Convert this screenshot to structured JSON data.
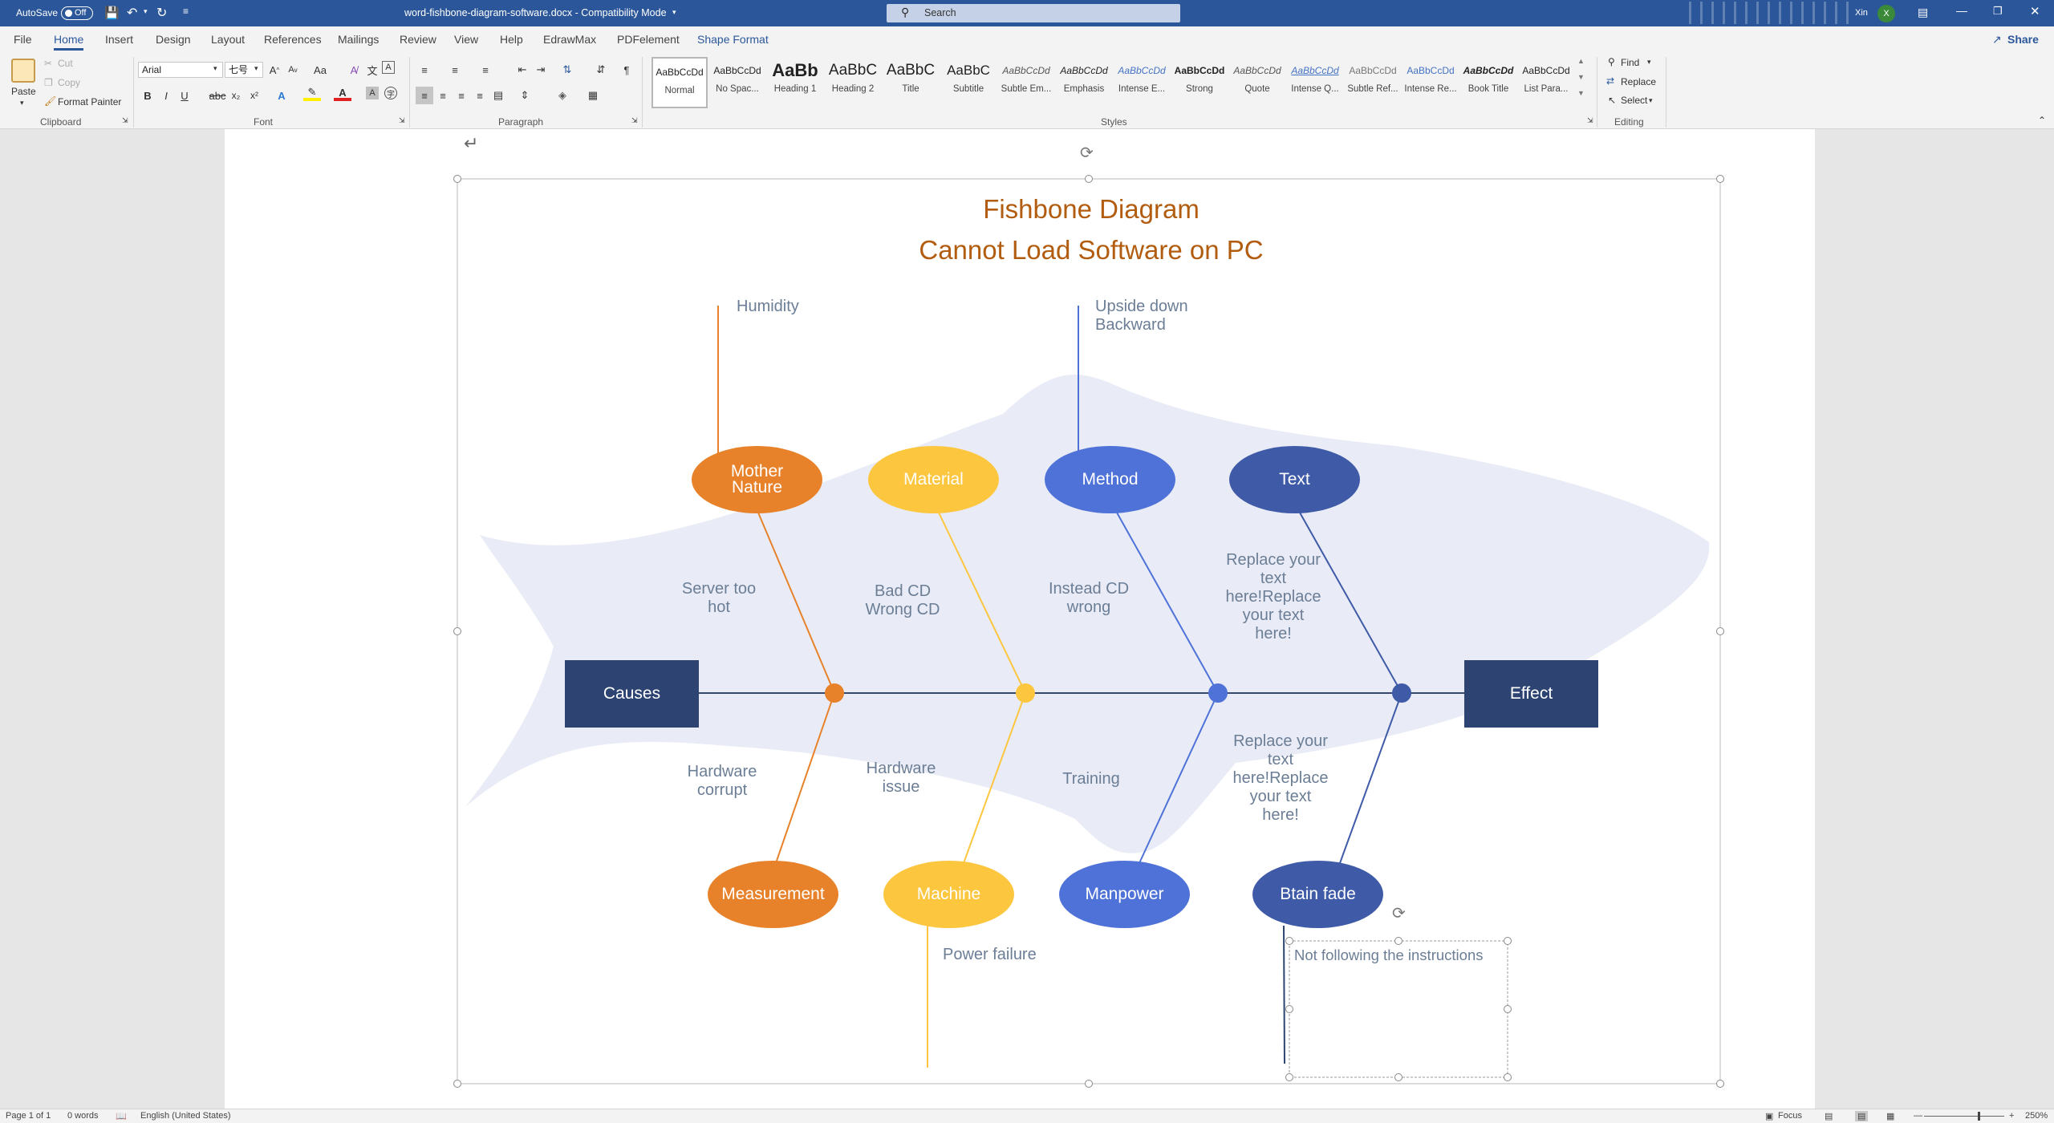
{
  "titlebar": {
    "autosave_label": "AutoSave",
    "autosave_state": "Off",
    "doc_title": "word-fishbone-diagram-software.docx  -  Compatibility Mode",
    "search_placeholder": "Search",
    "user_name": "Xin",
    "user_initial": "X"
  },
  "tabs": [
    {
      "label": "File"
    },
    {
      "label": "Home",
      "active": true
    },
    {
      "label": "Insert"
    },
    {
      "label": "Design"
    },
    {
      "label": "Layout"
    },
    {
      "label": "References"
    },
    {
      "label": "Mailings"
    },
    {
      "label": "Review"
    },
    {
      "label": "View"
    },
    {
      "label": "Help"
    },
    {
      "label": "EdrawMax"
    },
    {
      "label": "PDFelement"
    },
    {
      "label": "Shape Format"
    }
  ],
  "share_label": "Share",
  "clipboard": {
    "paste": "Paste",
    "cut": "Cut",
    "copy": "Copy",
    "format_painter": "Format Painter",
    "group": "Clipboard"
  },
  "font": {
    "family": "Arial",
    "size": "七号",
    "group": "Font"
  },
  "paragraph_group": "Paragraph",
  "styles_group": "Styles",
  "editing": {
    "find": "Find",
    "replace": "Replace",
    "select": "Select",
    "group": "Editing"
  },
  "styles": [
    {
      "preview": "AaBbCcDd",
      "name": "Normal",
      "selected": true
    },
    {
      "preview": "AaBbCcDd",
      "name": "No Spac..."
    },
    {
      "preview": "AaBb",
      "name": "Heading 1"
    },
    {
      "preview": "AaBbC",
      "name": "Heading 2"
    },
    {
      "preview": "AaBbC",
      "name": "Title"
    },
    {
      "preview": "AaBbC",
      "name": "Subtitle"
    },
    {
      "preview": "AaBbCcDd",
      "name": "Subtle Em..."
    },
    {
      "preview": "AaBbCcDd",
      "name": "Emphasis"
    },
    {
      "preview": "AaBbCcDd",
      "name": "Intense E..."
    },
    {
      "preview": "AaBbCcDd",
      "name": "Strong"
    },
    {
      "preview": "AaBbCcDd",
      "name": "Quote"
    },
    {
      "preview": "AaBbCcDd",
      "name": "Intense Q..."
    },
    {
      "preview": "AaBbCcDd",
      "name": "Subtle Ref..."
    },
    {
      "preview": "AaBbCcDd",
      "name": "Intense Re..."
    },
    {
      "preview": "AaBbCcDd",
      "name": "Book Title"
    },
    {
      "preview": "AaBbCcDd",
      "name": "List Para..."
    }
  ],
  "diagram": {
    "title": "Fishbone Diagram",
    "subtitle": "Cannot Load Software on PC",
    "causes": "Causes",
    "effect": "Effect",
    "categories": {
      "mother_nature": "Mother Nature",
      "material": "Material",
      "method": "Method",
      "text": "Text",
      "measurement": "Measurement",
      "machine": "Machine",
      "manpower": "Manpower",
      "btain_fade": "Btain fade"
    },
    "labels": {
      "humidity": "Humidity",
      "upside_down": "Upside down\nBackward",
      "server_too_hot": "Server too\nhot",
      "bad_cd": "Bad CD\nWrong CD",
      "instead_cd": "Instead CD\nwrong",
      "replace_top": "Replace your\ntext\nhere!Replace\nyour text\nhere!",
      "hardware_corrupt": "Hardware\ncorrupt",
      "hardware_issue": "Hardware\nissue",
      "training": "Training",
      "replace_bottom": "Replace your\ntext\nhere!Replace\nyour text\nhere!",
      "power_failure": "Power failure",
      "not_following": "Not following the instructions"
    },
    "colors": {
      "orange": "#e8822a",
      "yellow": "#fcc63f",
      "blue": "#4e72d8",
      "darkblue": "#3f5ba8",
      "navy": "#2d4473",
      "title": "#b25c10",
      "fish": "#e9ecf6"
    }
  },
  "status": {
    "page": "Page 1 of 1",
    "words": "0 words",
    "language": "English (United States)",
    "focus": "Focus",
    "zoom": "250%"
  }
}
